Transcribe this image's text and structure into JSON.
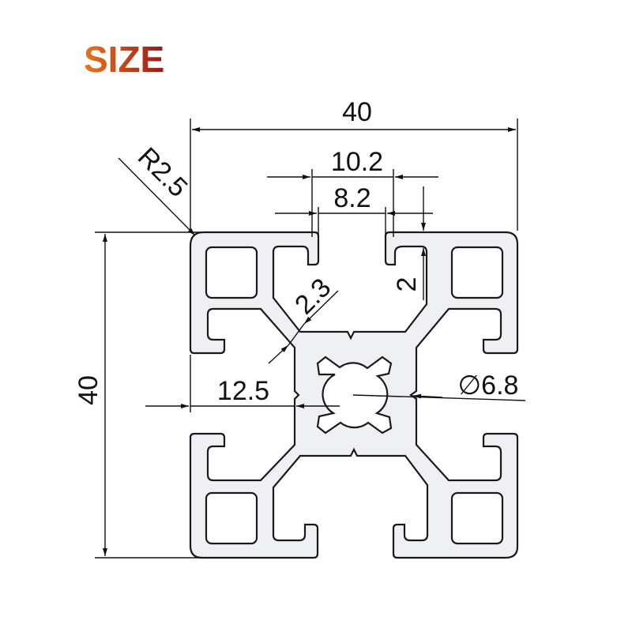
{
  "title": {
    "text": "SIZE",
    "gradient_start": "#e8761c",
    "gradient_end": "#9a1818"
  },
  "colors": {
    "profile_fill": "#eef0f3",
    "outline": "#1a1a1a",
    "background": "#ffffff"
  },
  "dimensions": {
    "overall_width": "40",
    "overall_height": "40",
    "corner_radius": "R2.5",
    "slot_outer_width": "10.2",
    "slot_inner_width": "8.2",
    "slot_lip_depth": "2",
    "wall_thickness": "2.3",
    "slot_offset": "12.5",
    "center_bore": "∅6.8"
  }
}
